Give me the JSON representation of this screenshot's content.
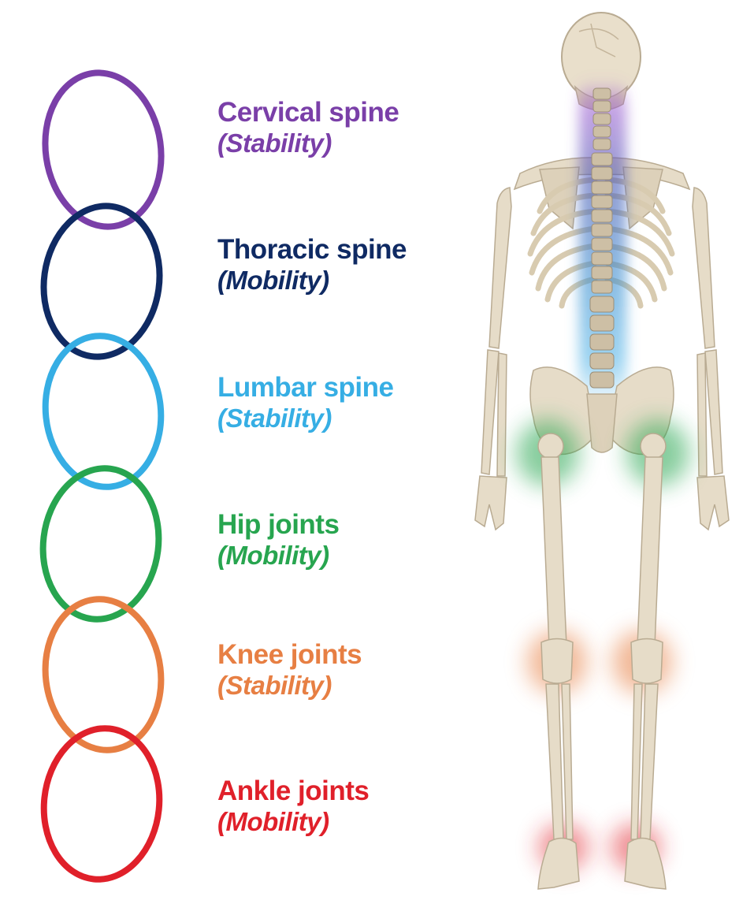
{
  "joints": [
    {
      "name": "Cervical spine",
      "role": "(Stability)",
      "color": "#7a3fa8"
    },
    {
      "name": "Thoracic spine",
      "role": "(Mobility)",
      "color": "#0f2a63"
    },
    {
      "name": "Lumbar spine",
      "role": "(Stability)",
      "color": "#36aee4"
    },
    {
      "name": "Hip joints",
      "role": "(Mobility)",
      "color": "#27a54f"
    },
    {
      "name": "Knee joints",
      "role": "(Stability)",
      "color": "#e77f43"
    },
    {
      "name": "Ankle joints",
      "role": "(Mobility)",
      "color": "#e0202a"
    }
  ],
  "bone_color": "#e6dcc8",
  "bone_shadow": "#b9ab92"
}
